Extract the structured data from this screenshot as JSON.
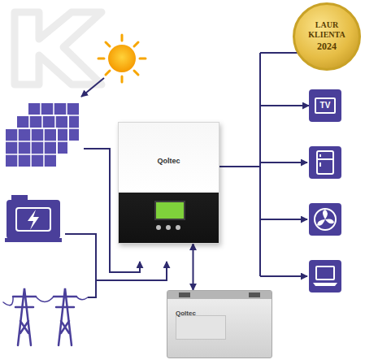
{
  "diagram": {
    "nodes": [
      {
        "text": [
          "LAUR KLIENTA",
          "2024"
        ]
      },
      {
        "text": [
          "Qoltec"
        ]
      },
      {
        "text": [
          "TV"
        ]
      },
      {
        "text": [
          "Qoltec"
        ]
      }
    ],
    "edges": [
      {
        "from": 1,
        "to": 2,
        "arrow": "to"
      },
      {
        "from": 1,
        "to": 3,
        "arrow": "both"
      }
    ]
  }
}
